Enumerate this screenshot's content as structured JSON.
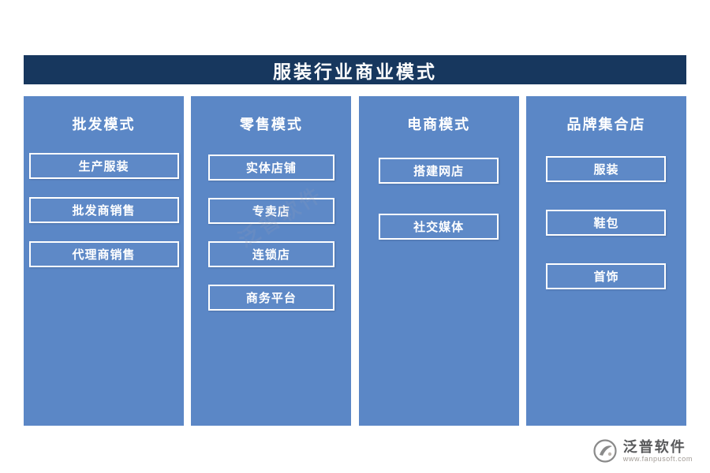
{
  "page": {
    "title": "服装行业商业模式"
  },
  "columns": [
    {
      "header": "批发模式",
      "items": [
        "生产服装",
        "批发商销售",
        "代理商销售"
      ]
    },
    {
      "header": "零售模式",
      "items": [
        "实体店铺",
        "专卖店",
        "连锁店",
        "商务平台"
      ]
    },
    {
      "header": "电商模式",
      "items": [
        "搭建网店",
        "社交媒体"
      ]
    },
    {
      "header": "品牌集合店",
      "items": [
        "服装",
        "鞋包",
        "首饰"
      ]
    }
  ],
  "watermark": "泛普软件",
  "footer": {
    "brand": "泛普软件",
    "url": "www.fanpusoft.com"
  },
  "colors": {
    "title_bg": "#17375E",
    "column_bg": "#5B87C6",
    "item_border": "#FFFFFF",
    "brand_text": "#58595B"
  }
}
